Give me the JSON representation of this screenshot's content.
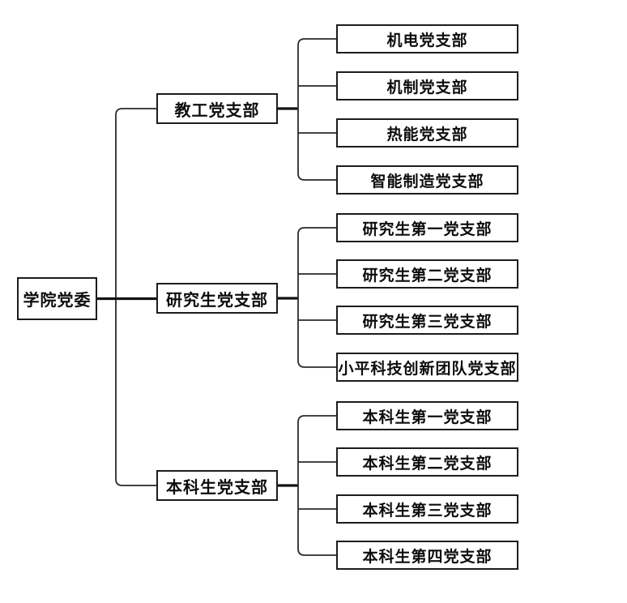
{
  "diagram": {
    "type": "org-chart-tree",
    "root": {
      "label": "学院党委"
    },
    "branches": [
      {
        "label": "教工党支部",
        "children": [
          "机电党支部",
          "机制党支部",
          "热能党支部",
          "智能制造党支部"
        ]
      },
      {
        "label": "研究生党支部",
        "children": [
          "研究生第一党支部",
          "研究生第二党支部",
          "研究生第三党支部",
          "小平科技创新团队党支部"
        ]
      },
      {
        "label": "本科生党支部",
        "children": [
          "本科生第一党支部",
          "本科生第二党支部",
          "本科生第三党支部",
          "本科生第四党支部"
        ]
      }
    ],
    "colors": {
      "background": "#ffffff",
      "box_fill": "#ffffff",
      "box_border": "#1c1c1c",
      "line": "#2a2a2a",
      "text": "#0d0d0d"
    }
  }
}
